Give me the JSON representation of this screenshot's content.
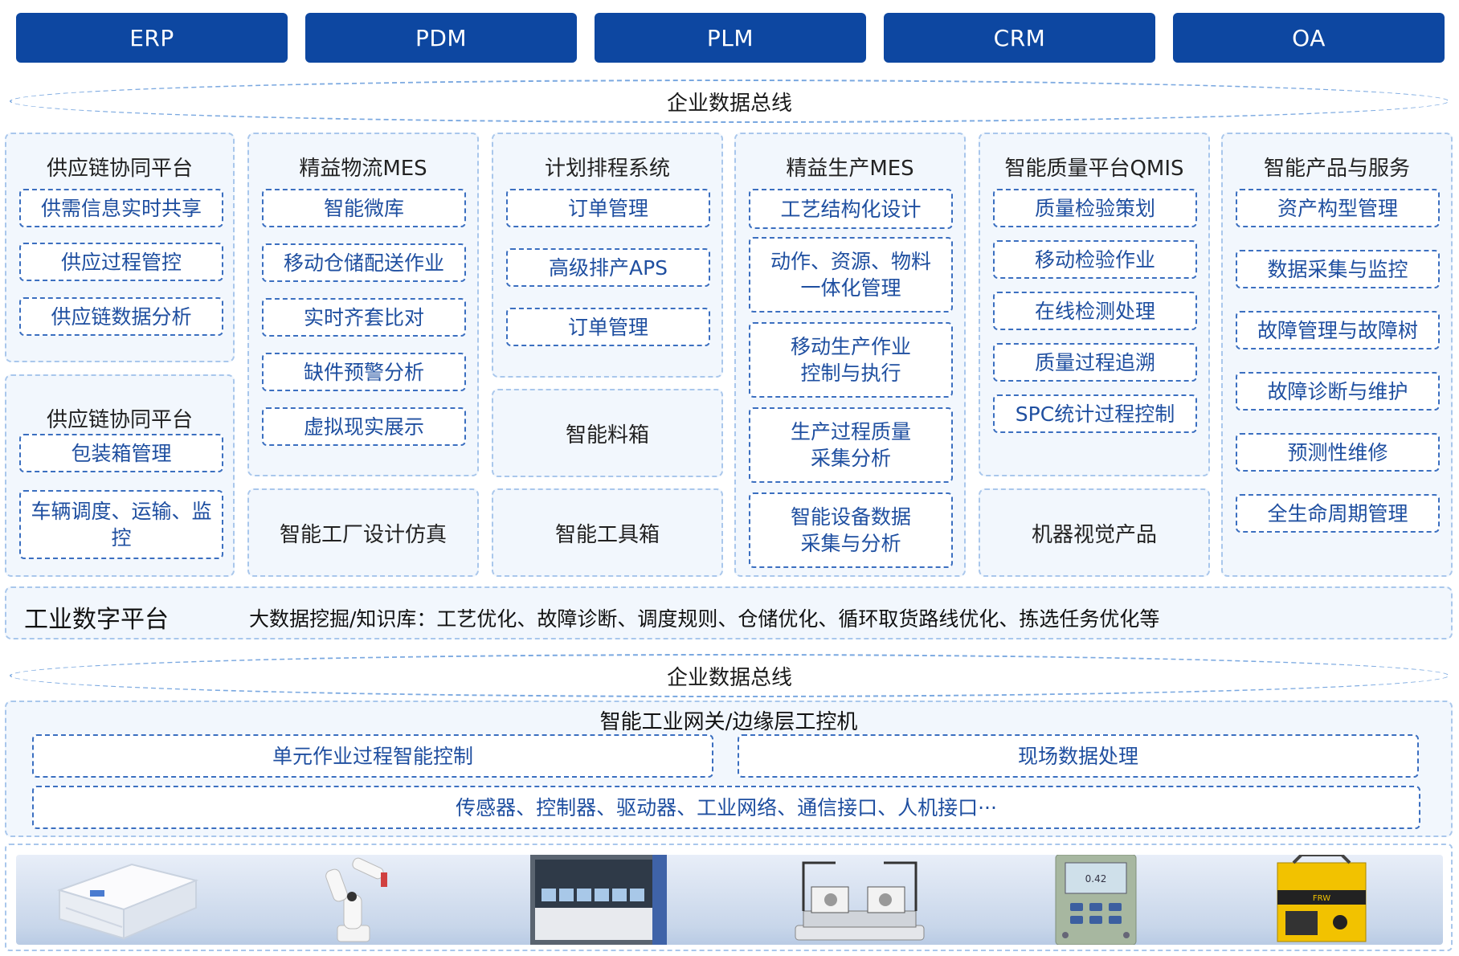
{
  "systems": [
    "ERP",
    "PDM",
    "PLM",
    "CRM",
    "OA"
  ],
  "bus_label": "企业数据总线",
  "columns": {
    "supply": {
      "title1": "供应链协同平台",
      "items1": [
        "供需信息实时共享",
        "供应过程管控",
        "供应链数据分析"
      ],
      "title2": "供应链协同平台",
      "items2": [
        "包装箱管理",
        "车辆调度、运输、监控"
      ]
    },
    "logistics": {
      "title": "精益物流MES",
      "items": [
        "智能微库",
        "移动仓储配送作业",
        "实时齐套比对",
        "缺件预警分析",
        "虚拟现实展示"
      ],
      "bottom": "智能工厂设计仿真"
    },
    "planning": {
      "title": "计划排程系统",
      "items": [
        "订单管理",
        "高级排产APS",
        "订单管理"
      ],
      "box1": "智能料箱",
      "box2": "智能工具箱"
    },
    "production": {
      "title": "精益生产MES",
      "items": [
        "工艺结构化设计",
        "动作、资源、物料一体化管理",
        "移动生产作业控制与执行",
        "生产过程质量采集分析",
        "智能设备数据采集与分析"
      ]
    },
    "quality": {
      "title": "智能质量平台QMIS",
      "items": [
        "质量检验策划",
        "移动检验作业",
        "在线检测处理",
        "质量过程追溯",
        "SPC统计过程控制"
      ],
      "bottom": "机器视觉产品"
    },
    "service": {
      "title": "智能产品与服务",
      "items": [
        "资产构型管理",
        "数据采集与监控",
        "故障管理与故障树",
        "故障诊断与维护",
        "预测性维修",
        "全生命周期管理"
      ]
    }
  },
  "platform": {
    "name": "工业数字平台",
    "desc": "大数据挖掘/知识库：工艺优化、故障诊断、调度规则、仓储优化、循环取货路线优化、拣选任务优化等"
  },
  "edge": {
    "title": "智能工业网关/边缘层工控机",
    "left": "单元作业过程智能控制",
    "right": "现场数据处理",
    "bottom": "传感器、控制器、驱动器、工业网络、通信接口、人机接口···"
  },
  "colors": {
    "system_button": "#0d47a1",
    "item_border": "#3b6fc0",
    "panel_bg": "#f2f7fd"
  }
}
